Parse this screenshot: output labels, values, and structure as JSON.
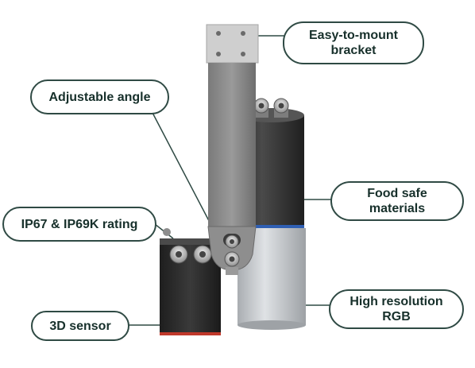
{
  "labels": {
    "bracket": [
      "Easy-to-mount",
      "bracket"
    ],
    "angle": [
      "Adjustable angle"
    ],
    "food": [
      "Food safe",
      "materials"
    ],
    "rating": [
      "IP67 & IP69K rating"
    ],
    "rgb": [
      "High resolution",
      "RGB"
    ],
    "sensor": [
      "3D sensor"
    ]
  },
  "colors": {
    "callout_border": "#2f4a44",
    "callout_text": "#17302b",
    "leader_line": "#2f4a44",
    "bracket_metal": "#8a8a8a",
    "mount_plate": "#c9c9c9",
    "camera_body_dark": "#3b3b3b",
    "camera_body_silver": "#c4c7ca",
    "accent_ring": "#2f5fb3",
    "sensor_body": "#2a2a2a",
    "sensor_stripe": "#c0392b"
  },
  "icons": [
    "cable-gland-icon",
    "bolt-icon"
  ]
}
